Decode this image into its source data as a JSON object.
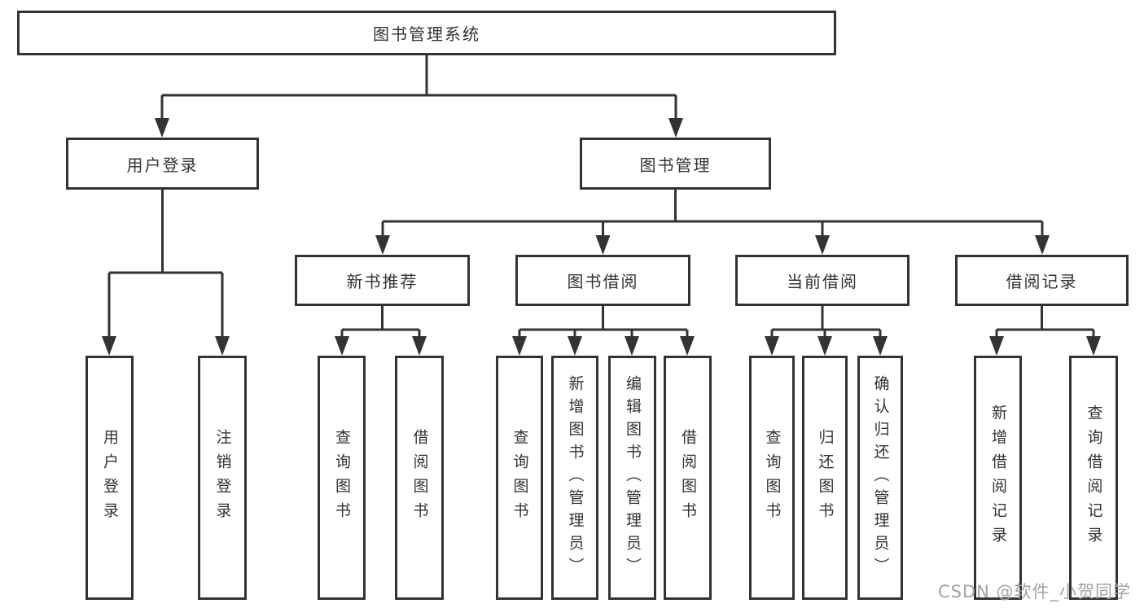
{
  "diagram": {
    "root": "图书管理系统",
    "branches": [
      "用户登录",
      "图书管理"
    ],
    "sections": [
      "新书推荐",
      "图书借阅",
      "当前借阅",
      "借阅记录"
    ],
    "leaves": [
      "用户登录",
      "注销登录",
      "查询图书",
      "借阅图书",
      "查询图书",
      "新增图书（管理员）",
      "编辑图书（管理员）",
      "借阅图书",
      "查询图书",
      "归还图书",
      "确认归还（管理员）",
      "新增借阅记录",
      "查询借阅记录"
    ]
  },
  "watermark": "CSDN @软件_小贺同学",
  "colors": {
    "line": "#333333",
    "box_border": "#333333",
    "text": "#333333",
    "background": "#ffffff",
    "watermark": "#a2a2a8"
  }
}
